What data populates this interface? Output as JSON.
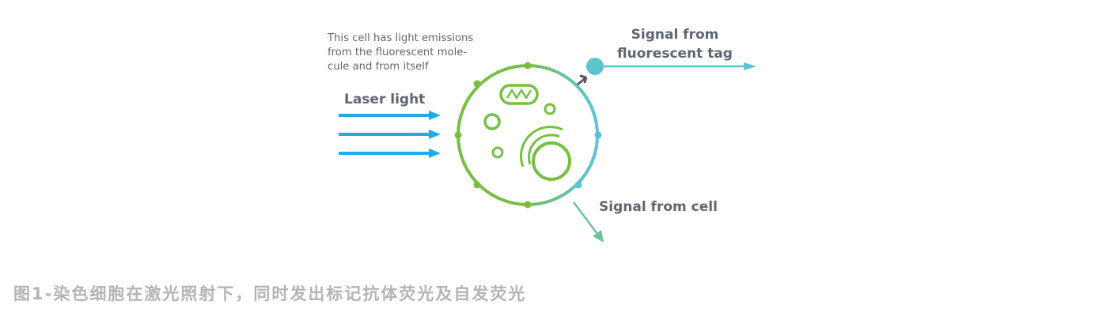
{
  "note": {
    "line1": "This cell has light emissions",
    "line2": "from the fluorescent mole-",
    "line3": "cule and from itself"
  },
  "laser": {
    "label": "Laser light",
    "color": "#1bade4"
  },
  "signal_tag": {
    "line1": "Signal from",
    "line2": "fluorescent tag",
    "color": "#5cc3d1"
  },
  "signal_cell": {
    "label": "Signal from cell",
    "color": "#6cc39a"
  },
  "cell": {
    "color_green": "#77bf43",
    "color_teal": "#5cc3d1"
  },
  "antibody": {
    "color": "#555b62"
  },
  "caption": "图1-染色细胞在激光照射下，同时发出标记抗体荧光及自发荧光"
}
